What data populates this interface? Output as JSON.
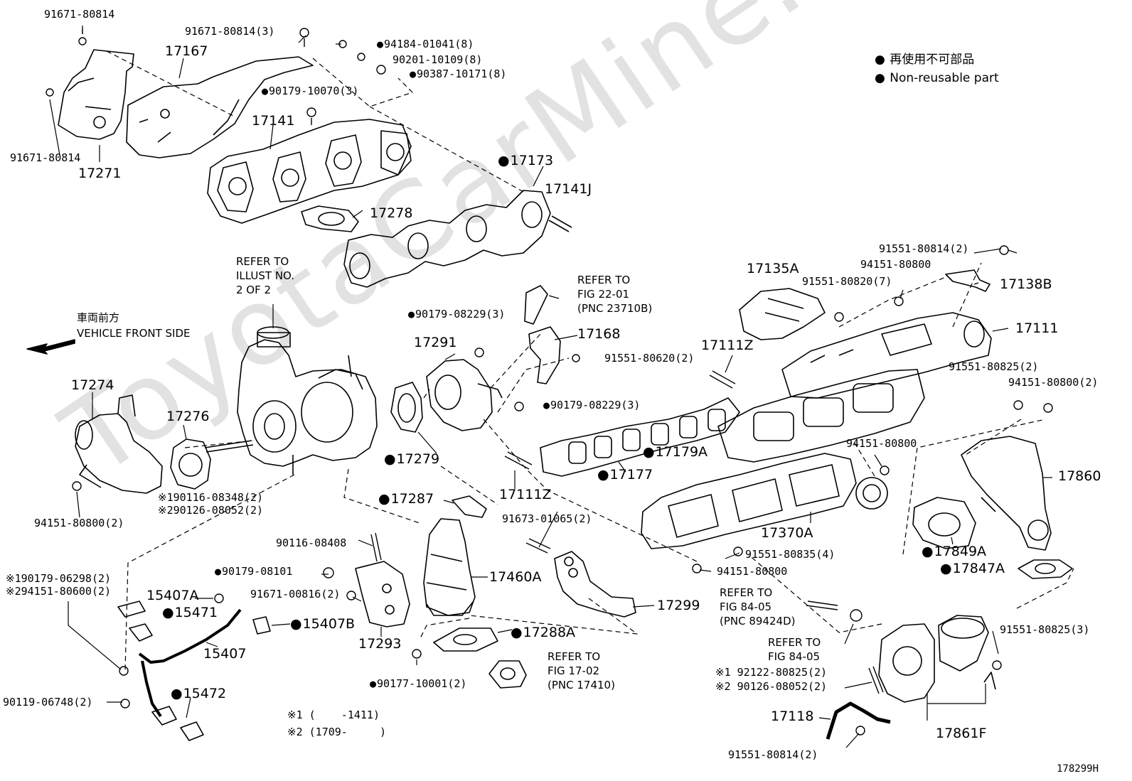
{
  "watermark": "ToyotaCarMine.ru",
  "figure_id": "178299H",
  "legend": {
    "jp": "再使用不可部品",
    "en": "Non-reusable part"
  },
  "front": {
    "jp": "車両前方",
    "en": "VEHICLE FRONT SIDE"
  },
  "notes": {
    "n1": "※1 (    -1411)",
    "n2": "※2 (1709-     )"
  },
  "refs": {
    "illust": "REFER TO\nILLUST NO.\n2 OF 2",
    "fig2201": "REFER TO\nFIG 22-01\n(PNC 23710B)",
    "fig8405a": "REFER TO\nFIG 84-05\n(PNC 89424D)",
    "fig8405b": "REFER TO\nFIG 84-05",
    "fig1702": "REFER TO\nFIG 17-02\n(PNC 17410)"
  },
  "labels": {
    "l01": "91671-80814",
    "l02": "91671-80814(3)",
    "l03": "17167",
    "l04": "94184-01041(8)",
    "l05": "90201-10109(8)",
    "l06": "90387-10171(8)",
    "l07": "90179-10070(3)",
    "l08": "91671-80814",
    "l09": "17271",
    "l10": "17141",
    "l11": "17173",
    "l12": "17141J",
    "l13": "17278",
    "l14": "91551-80814(2)",
    "l15": "94151-80800",
    "l16": "17135A",
    "l17": "91551-80820(7)",
    "l18": "17138B",
    "l19": "17111",
    "l20": "90179-08229(3)",
    "l21": "17168",
    "l22": "17291",
    "l23": "91551-80620(2)",
    "l24": "17111Z",
    "l25": "91551-80825(2)",
    "l26": "94151-80800(2)",
    "l27": "17274",
    "l28": "17276",
    "l29": "90179-08229(3)",
    "l30": "17279",
    "l31": "17179A",
    "l32": "94151-80800",
    "l33": "17177",
    "l34": "17860",
    "l35": "※190116-08348(2)",
    "l36": "※290126-08052(2)",
    "l37": "94151-80800(2)",
    "l38": "17287",
    "l39": "17111Z",
    "l40": "91673-01065(2)",
    "l41": "17370A",
    "l42": "17849A",
    "l43": "90116-08408",
    "l44": "91551-80835(4)",
    "l45": "17847A",
    "l46": "90179-08101",
    "l47": "94151-80800",
    "l48": "※190179-06298(2)",
    "l49": "※294151-80600(2)",
    "l50": "15407A",
    "l51": "91671-00816(2)",
    "l52": "17460A",
    "l53": "17299",
    "l54": "15471",
    "l55": "15407B",
    "l56": "17293",
    "l57": "17288A",
    "l58": "15407",
    "l59": "91551-80825(3)",
    "l60": "※1 92122-80825(2)",
    "l61": "※2 90126-08052(2)",
    "l62": "90177-10001(2)",
    "l63": "90119-06748(2)",
    "l64": "15472",
    "l65": "17118",
    "l66": "17861F",
    "l67": "91551-80814(2)"
  }
}
